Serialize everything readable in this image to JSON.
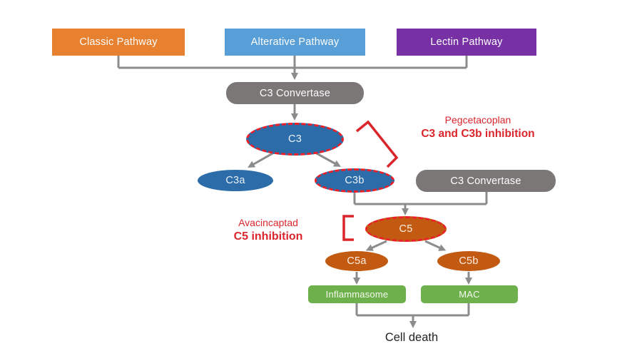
{
  "pathways": {
    "classic": {
      "label": "Classic Pathway",
      "color": "#E8812F"
    },
    "alterative": {
      "label": "Alterative Pathway",
      "color": "#599FD7"
    },
    "lectin": {
      "label": "Lectin Pathway",
      "color": "#7831A5"
    }
  },
  "nodes": {
    "c3_convertase_top": {
      "label": "C3 Convertase",
      "color": "#7C7777"
    },
    "c3": {
      "label": "C3",
      "color": "#2B6CA9",
      "inhibited": true
    },
    "c3a": {
      "label": "C3a",
      "color": "#2B6CA9"
    },
    "c3b": {
      "label": "C3b",
      "color": "#2B6CA9",
      "inhibited": true
    },
    "c3_convertase_right": {
      "label": "C3 Convertase",
      "color": "#7C7777"
    },
    "c5": {
      "label": "C5",
      "color": "#C25A12",
      "inhibited": true
    },
    "c5a": {
      "label": "C5a",
      "color": "#C25A12"
    },
    "c5b": {
      "label": "C5b",
      "color": "#C25A12"
    },
    "inflammasome": {
      "label": "Inflammasome",
      "color": "#6DB04C"
    },
    "mac": {
      "label": "MAC",
      "color": "#6DB04C"
    }
  },
  "annotations": {
    "pegcetacoplan": {
      "drug": "Pegcetacoplan",
      "effect": "C3 and C3b inhibition",
      "color": "#D9262C"
    },
    "avacincaptad": {
      "drug": "Avacincaptad",
      "effect": "C5 inhibition",
      "color": "#D9262C"
    }
  },
  "outcome": {
    "label": "Cell death"
  },
  "style_colors": {
    "inhibition_dash": "#EB1F27",
    "connector_gray": "#8C8C8C",
    "background": "#FFFFFF"
  }
}
